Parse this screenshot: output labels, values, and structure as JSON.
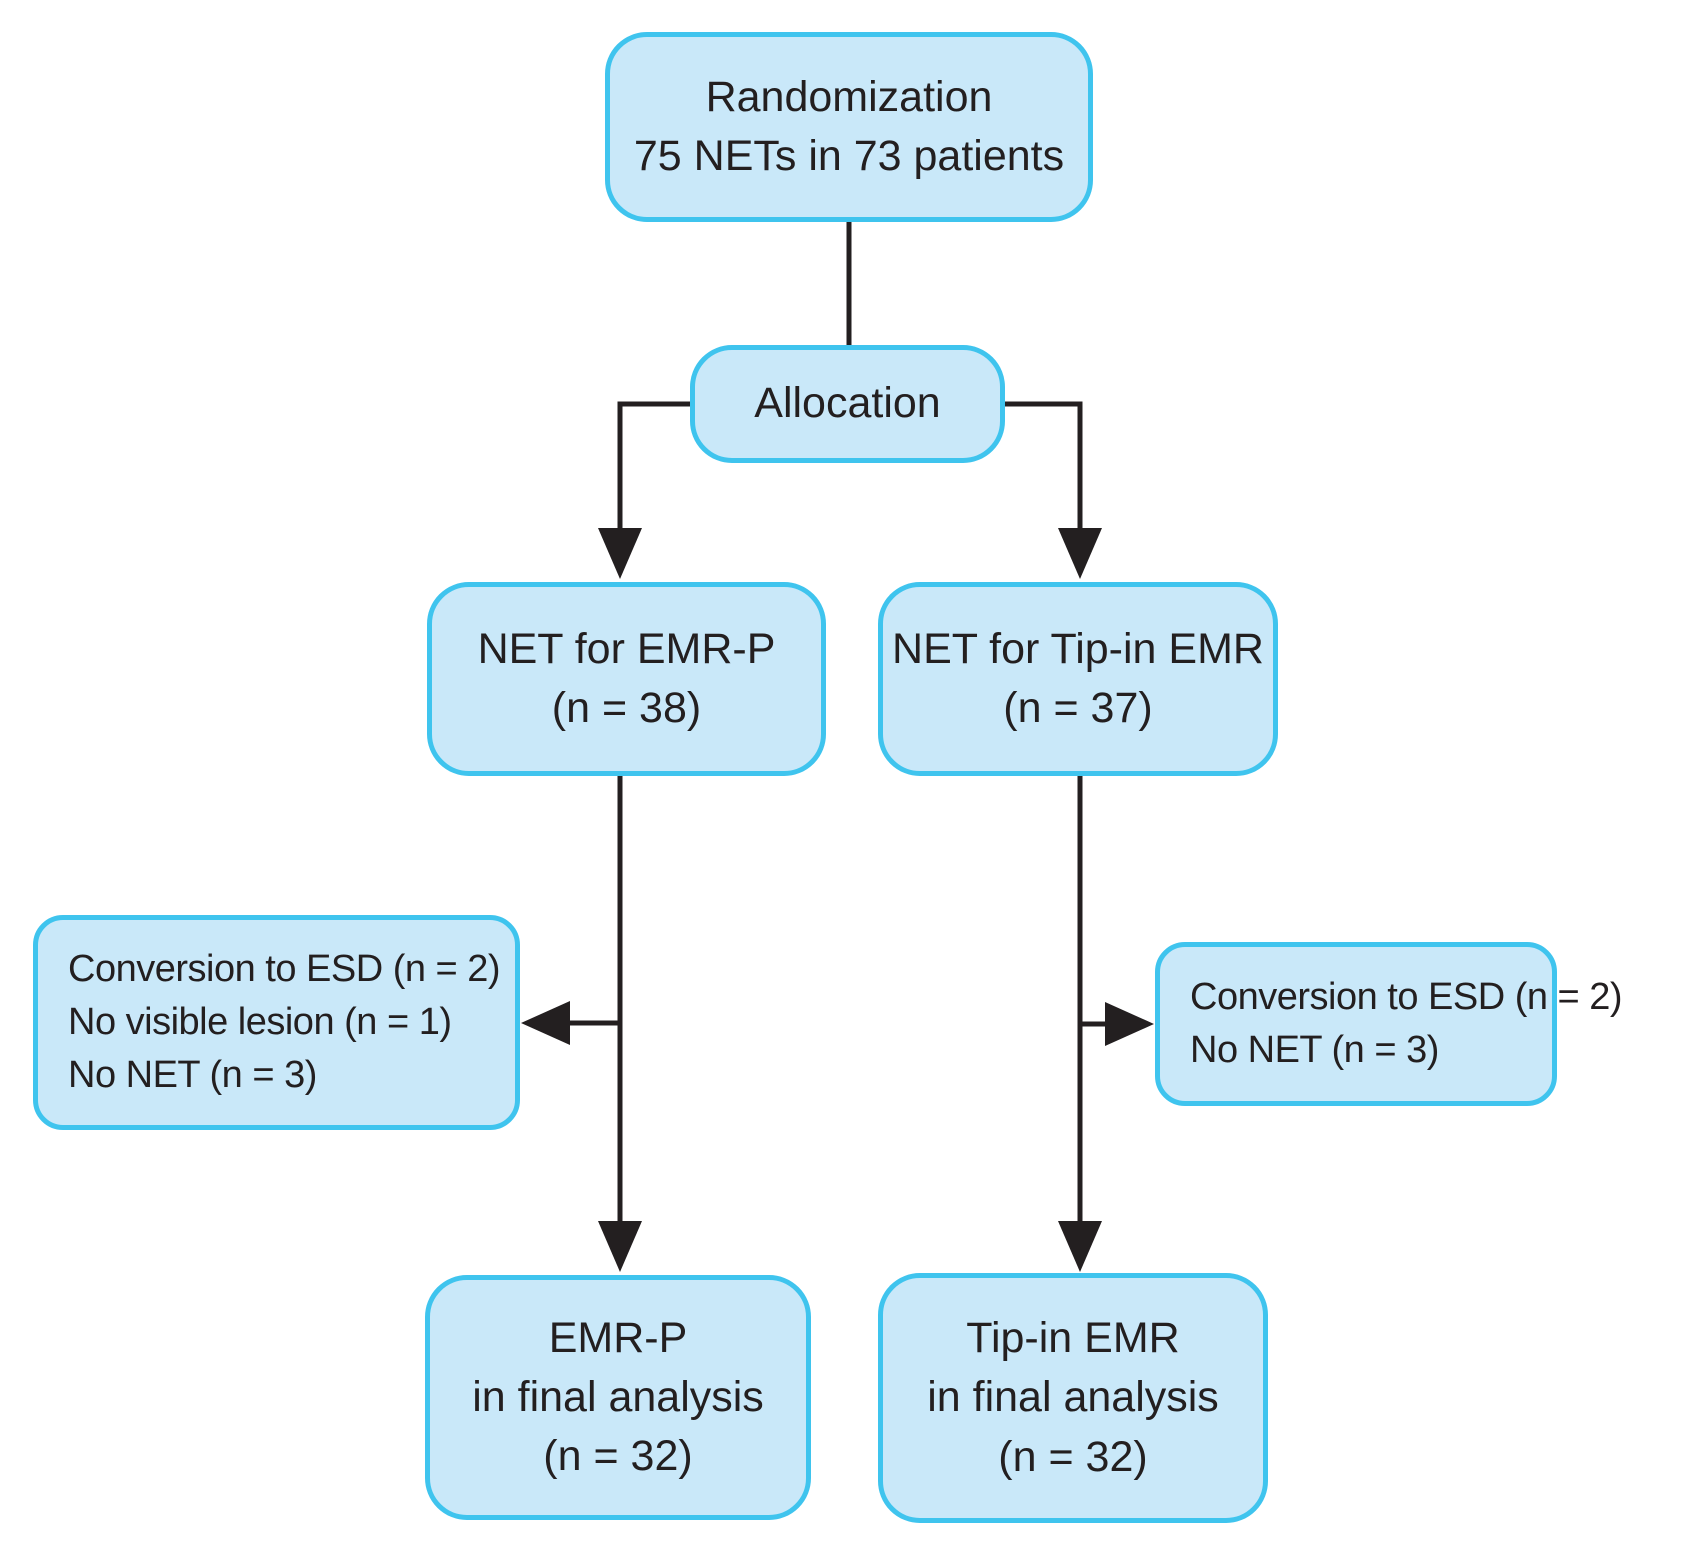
{
  "diagram": {
    "type": "flowchart",
    "description": "Randomization flow of NETs allocated to EMR-P or Tip-in EMR with exclusions and final analysis counts"
  },
  "colors": {
    "box_fill": "#c9e8f9",
    "box_border": "#3fc4ee",
    "line_color": "#231f20",
    "text_color": "#231f20",
    "background": "#ffffff"
  },
  "nodes": {
    "randomization": {
      "lines": [
        "Randomization",
        "75 NETs in 73 patients"
      ]
    },
    "allocation": {
      "lines": [
        "Allocation"
      ]
    },
    "arm_emrp": {
      "lines": [
        "NET for EMR-P",
        "(n = 38)"
      ]
    },
    "arm_tipin": {
      "lines": [
        "NET for Tip-in EMR",
        "(n = 37)"
      ]
    },
    "excluded_emrp": {
      "lines": [
        "Conversion to ESD (n = 2)",
        "No visible lesion (n = 1)",
        "No NET (n = 3)"
      ]
    },
    "excluded_tipin": {
      "lines": [
        "Conversion to ESD (n = 2)",
        "No NET (n = 3)"
      ]
    },
    "final_emrp": {
      "lines": [
        "EMR-P",
        "in final analysis",
        "(n = 32)"
      ]
    },
    "final_tipin": {
      "lines": [
        "Tip-in EMR",
        "in final analysis",
        "(n = 32)"
      ]
    }
  }
}
